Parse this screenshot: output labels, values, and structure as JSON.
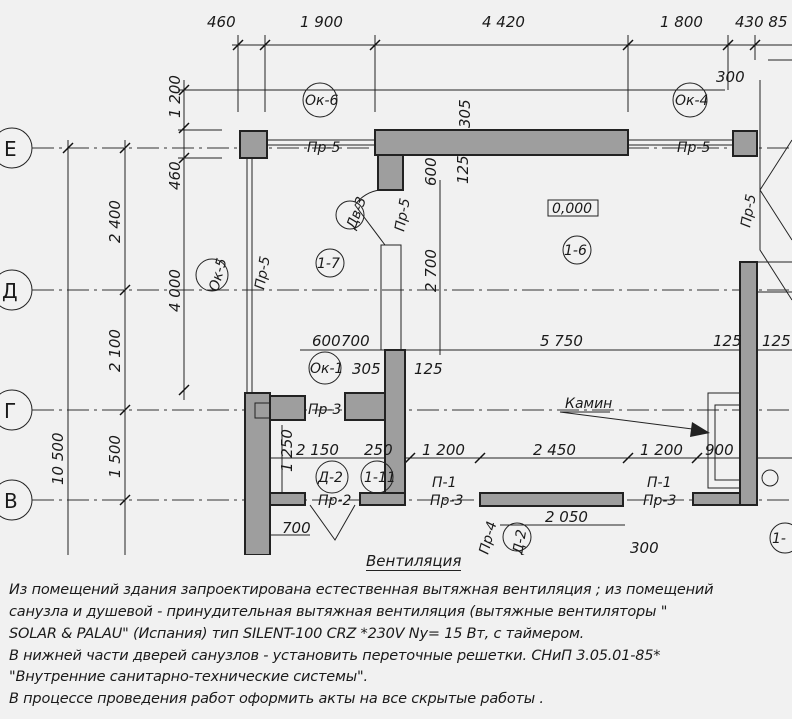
{
  "axes": [
    "Е",
    "Д",
    "Г",
    "В"
  ],
  "top_dimensions": [
    "460",
    "1 900",
    "4 420",
    "1 800",
    "430 85"
  ],
  "left_dimensions": {
    "outer": "10 500",
    "middle": [
      "2 400",
      "2 100",
      "1 500"
    ],
    "inner": [
      "1 200",
      "460",
      "4 000"
    ]
  },
  "inner_dimensions": {
    "d305_top": "305",
    "d600": "600",
    "d125_top": "125",
    "d2700": "2 700",
    "d600b": "600",
    "d700": "700",
    "d5750": "5 750",
    "d125a": "125",
    "d125b": "125",
    "d305": "305",
    "d125": "125",
    "d1250": "1 250",
    "d2150": "2 150",
    "d250": "250",
    "d1200a": "1 200",
    "d2450": "2 450",
    "d1200b": "1 200",
    "d900": "900",
    "d2050": "2 050",
    "d700b": "700",
    "d300a": "300",
    "d300b": "300"
  },
  "marks": {
    "ok6": "Ок-6",
    "ok4": "Ок-4",
    "ok5": "Ок-5",
    "ok1": "Ок-1",
    "dv3": "Дв-3",
    "r17": "1-7",
    "r16": "1-6",
    "r111": "1-11",
    "d2a": "Д-2",
    "d2b": "Д-2",
    "r1x": "1-",
    "pr5": "Пр-5",
    "pr3": "Пр-3",
    "pr2": "Пр-2",
    "p1": "П-1",
    "pr4": "Пр-4"
  },
  "level": "0,000",
  "fireplace_label": "Камин",
  "notes": {
    "title": "Вентиляция",
    "lines": [
      "Из помещений здания запроектирована естественная вытяжная вентиляция ; из помещений",
      "санузла и душевой  - принудительная вытяжная вентиляция (вытяжные вентиляторы \"",
      "SOLAR & PALAU\" (Испания) тип SILENT-100  CRZ *230V  Ny= 15 Вт, с таймером.",
      "В нижней части дверей санузлов - установить переточные решетки.  СНиП 3.05.01-85*",
      "\"Внутренние санитарно-технические системы\".",
      "В процессе проведения работ оформить акты на все скрытые работы ."
    ]
  },
  "colors": {
    "wall": "#9e9e9e",
    "paper": "#f1f1f1",
    "ink": "#1a1a1a"
  }
}
